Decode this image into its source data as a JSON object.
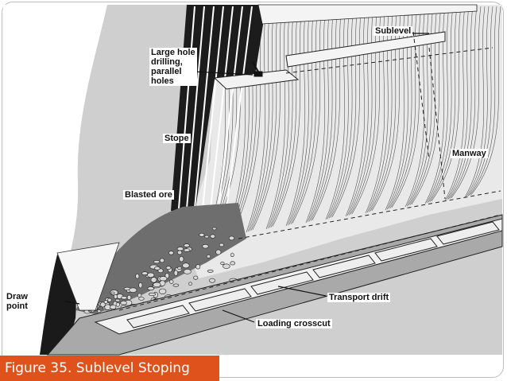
{
  "labels": {
    "sublevel": "Sublevel",
    "large_hole": "Large hole\ndrilling,\nparallel\nholes",
    "stope": "Stope",
    "manway": "Manway",
    "blasted_ore": "Blasted ore",
    "draw_point": "Draw\npoint",
    "transport_drift": "Transport drift",
    "loading_crosscut": "Loading crosscut"
  },
  "caption": "Figure 35. Sublevel Stoping",
  "colors": {
    "caption_bg": "#e0521c",
    "caption_text": "#ffffff",
    "country_rock": "#cfcfcf",
    "ore_texture": "#555555",
    "dark_wall": "#1c1c1c"
  }
}
